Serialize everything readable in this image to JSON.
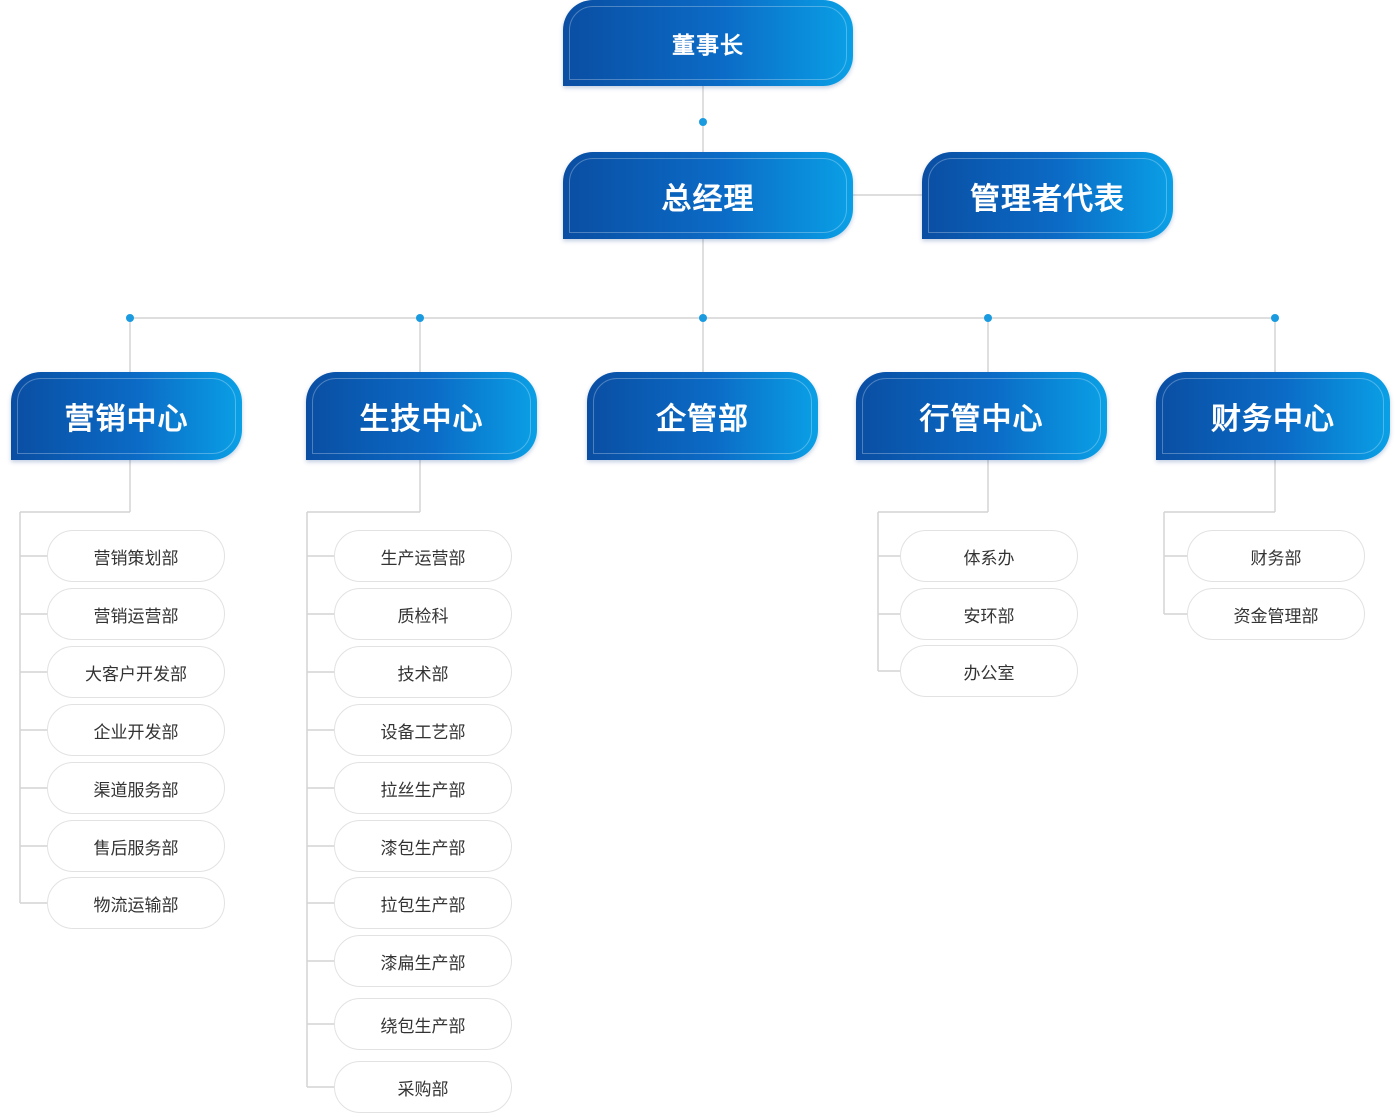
{
  "chairman": "董事长",
  "general_manager": "总经理",
  "management_representative": "管理者代表",
  "departments": [
    {
      "name": "营销中心",
      "subs": [
        "营销策划部",
        "营销运营部",
        "大客户开发部",
        "企业开发部",
        "渠道服务部",
        "售后服务部",
        "物流运输部"
      ]
    },
    {
      "name": "生技中心",
      "subs": [
        "生产运营部",
        "质检科",
        "技术部",
        "设备工艺部",
        "拉丝生产部",
        "漆包生产部",
        "拉包生产部",
        "漆扁生产部",
        "绕包生产部",
        "采购部"
      ]
    },
    {
      "name": "企管部",
      "subs": []
    },
    {
      "name": "行管中心",
      "subs": [
        "体系办",
        "安环部",
        "办公室"
      ]
    },
    {
      "name": "财务中心",
      "subs": [
        "财务部",
        "资金管理部"
      ]
    }
  ],
  "colors": {
    "box_dark": "#0a4ea3",
    "box_light": "#0aa0e6",
    "connector": "#d4d4d4",
    "dot": "#1a9be0"
  }
}
